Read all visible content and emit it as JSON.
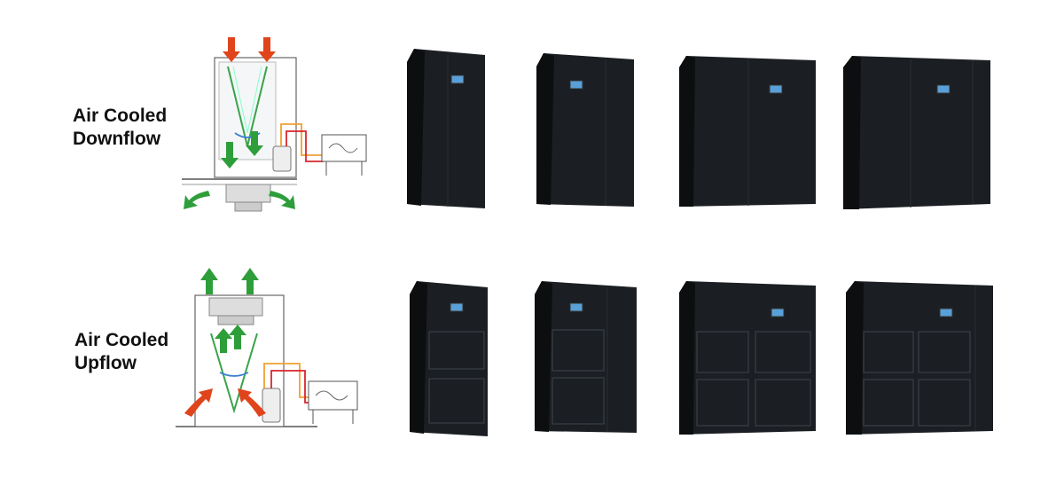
{
  "rows": [
    {
      "label_line1": "Air Cooled",
      "label_line2": "Downflow",
      "cabinet_count": 4
    },
    {
      "label_line1": "Air Cooled",
      "label_line2": "Upflow",
      "cabinet_count": 4
    }
  ],
  "colors": {
    "cabinet_body": "#1b1e22",
    "cabinet_shade": "#0c0e10",
    "display_screen": "#5aa0d8",
    "airflow_cool": "#2e9e3a",
    "airflow_hot": "#e0441c",
    "refrigerant_orange": "#f0a030",
    "refrigerant_red": "#d8262c"
  }
}
